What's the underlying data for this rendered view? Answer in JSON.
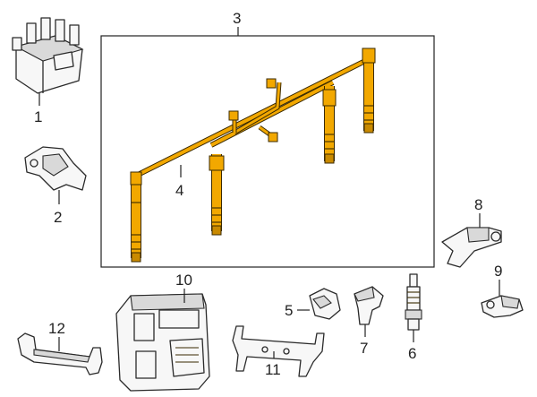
{
  "diagram": {
    "callouts": {
      "c1": "1",
      "c2": "2",
      "c3": "3",
      "c4": "4",
      "c5": "5",
      "c6": "6",
      "c7": "7",
      "c8": "8",
      "c9": "9",
      "c10": "10",
      "c11": "11",
      "c12": "12"
    },
    "colors": {
      "wire_fill": "#f2a800",
      "wire_shade": "#c98a00",
      "line": "#2a2a2a",
      "background": "#ffffff"
    }
  }
}
